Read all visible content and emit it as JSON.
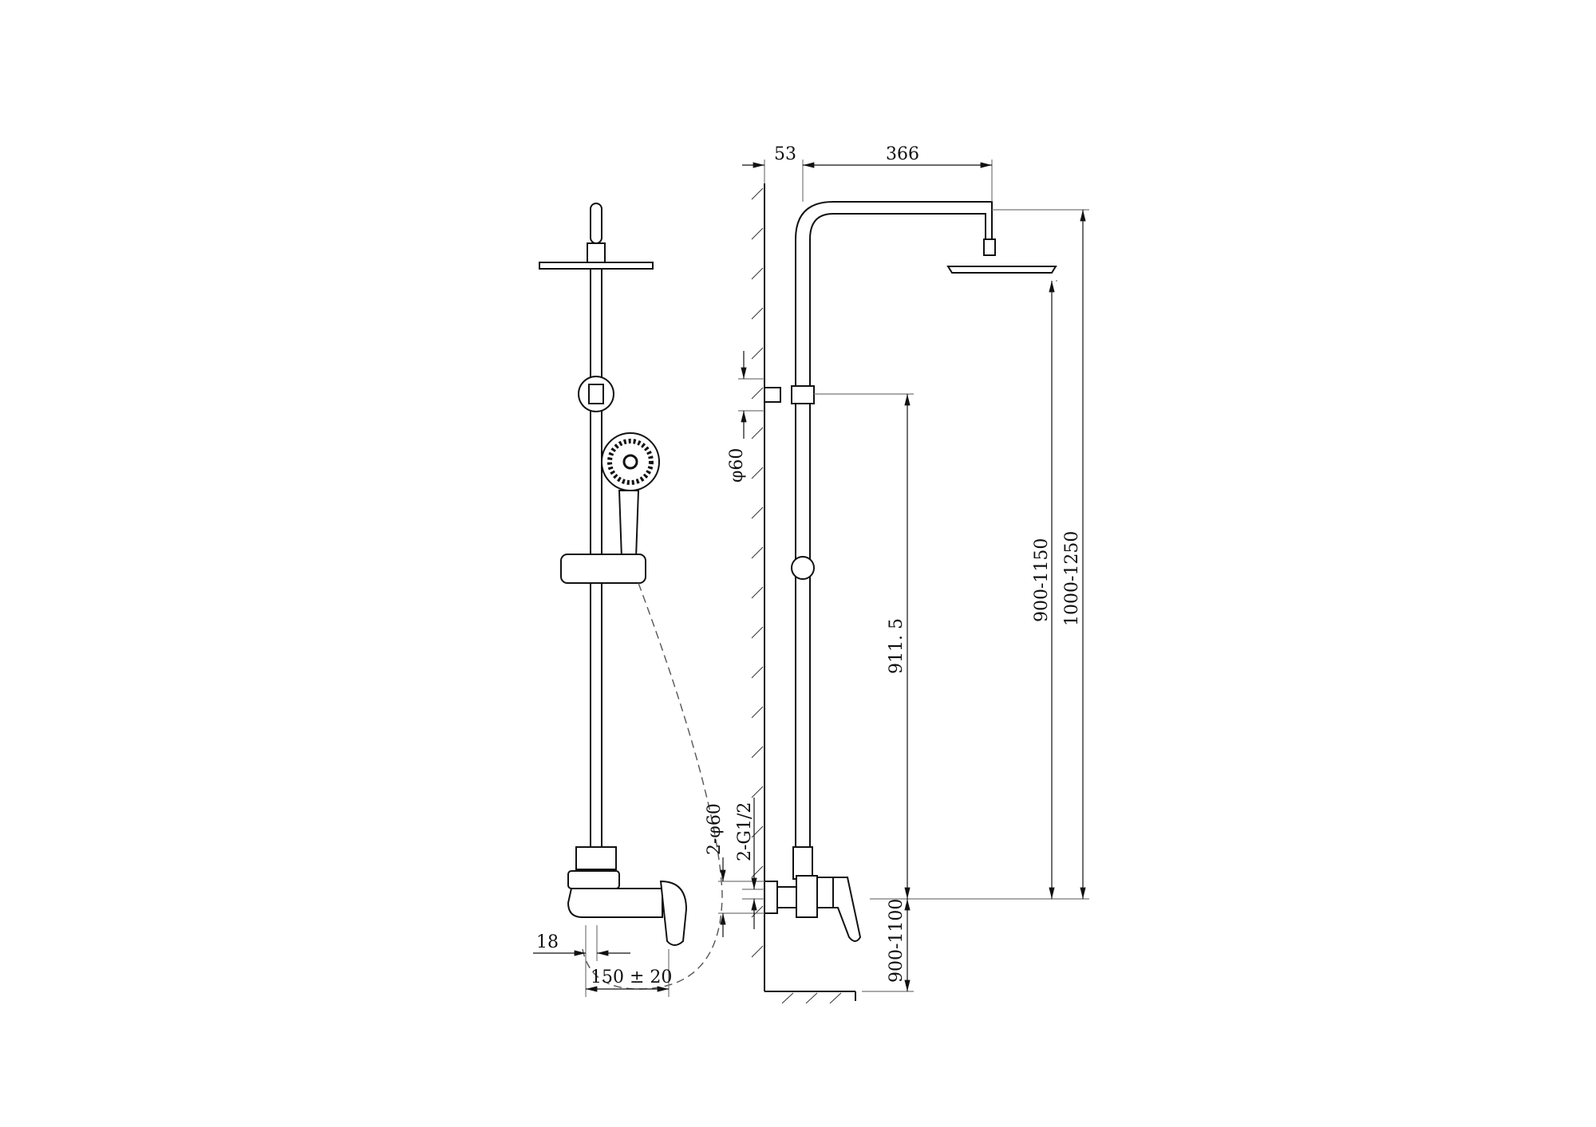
{
  "title": "Shower system dimension drawing",
  "front_view": {
    "dim_18": "18",
    "dim_150": "150 ± 20"
  },
  "side_view": {
    "dim_53": "53",
    "dim_366": "366",
    "dim_phi60": "φ60",
    "dim_2phi60": "2-φ60",
    "dim_2g12": "2-G1/2",
    "dim_911": "911. 5",
    "dim_900_1150": "900-1150",
    "dim_1000_1250": "1000-1250",
    "dim_900_1100": "900-1100"
  }
}
